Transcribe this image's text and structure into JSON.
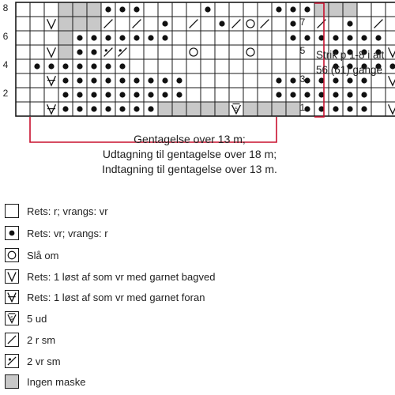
{
  "chart": {
    "rows_top_to_bottom": [
      "KKKGGGPPPKKKKPKKKKPPPGGGKKK",
      "KKSGGGLKLKPKLKPLOLKPKLKPKLK",
      "KKKGPPPPPPPKKKKKKKKPPPPPPPK",
      "KKSGPPMMKKKKOKKKOKKKKKPPPPS",
      "KPPPPPPPKKKKKKKKKKKKKKPPPPP",
      "KKFPPPPPPPPPKKKKKKPPPPPPPKS",
      "KKKPPPPPPPPPKKKKKKPPPPPPPKK",
      "KKFPPPPPPPGGGGGQGGGGPPPPPKS"
    ],
    "left_row_numbers": [
      "8",
      "6",
      "4",
      "2"
    ],
    "right_row_numbers": [
      "7",
      "5",
      "3",
      "1"
    ]
  },
  "note": {
    "line1": "Strik p 1-8 i alt",
    "line2": "56 (61) gange"
  },
  "repeat_text": {
    "line1": "Gentagelse over 13 m;",
    "line2": "Udtagning til gentagelse over 18 m;",
    "line3": "Indtagning til gentagelse over 13 m."
  },
  "legend": [
    {
      "symbol": "knit",
      "label": "Rets: r; vrangs: vr"
    },
    {
      "symbol": "purl",
      "label": "Rets: vr; vrangs: r"
    },
    {
      "symbol": "yarn-over",
      "label": "Slå om"
    },
    {
      "symbol": "slip-back",
      "label": "Rets: 1 løst af som vr med garnet bagved"
    },
    {
      "symbol": "slip-front",
      "label": "Rets: 1 løst af som vr med garnet foran"
    },
    {
      "symbol": "five-out",
      "label": "5 ud"
    },
    {
      "symbol": "k2tog",
      "label": "2 r sm"
    },
    {
      "symbol": "p2tog",
      "label": "2 vr sm"
    },
    {
      "symbol": "no-stitch",
      "label": "Ingen maske"
    }
  ],
  "colors": {
    "no_stitch": "#c8c8c8",
    "grid": "#1a1a1a",
    "repeat_bracket": "#c8102e"
  }
}
